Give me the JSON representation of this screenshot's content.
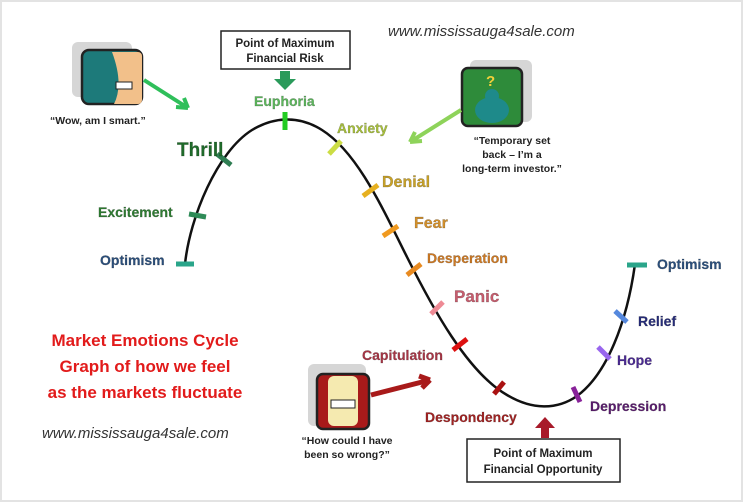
{
  "urls": {
    "top": "www.mississauga4sale.com",
    "bottom": "www.mississauga4sale.com"
  },
  "title_lines": [
    "Market Emotions Cycle",
    "Graph of how we feel",
    "as the markets fluctuate"
  ],
  "callouts": {
    "risk": [
      "Point of Maximum",
      "Financial Risk"
    ],
    "opportunity": [
      "Point of Maximum",
      "Financial Opportunity"
    ]
  },
  "quotes": {
    "smart": "“Wow, am I smart.”",
    "setback": [
      "“Temporary set",
      "back – I’m a",
      "long-term investor.”"
    ],
    "wrong": [
      "“How could I have",
      "been so wrong?”"
    ]
  },
  "stages": [
    {
      "label": "Optimism",
      "color": "#2b4f7c"
    },
    {
      "label": "Excitement",
      "color": "#2e7d32"
    },
    {
      "label": "Thrill",
      "color": "#1f6b2a"
    },
    {
      "label": "Euphoria",
      "color": "#5cb85c"
    },
    {
      "label": "Anxiety",
      "color": "#a9c23a"
    },
    {
      "label": "Denial",
      "color": "#c9a227"
    },
    {
      "label": "Fear",
      "color": "#d4902a"
    },
    {
      "label": "Desperation",
      "color": "#d07a22"
    },
    {
      "label": "Panic",
      "color": "#c85d6e"
    },
    {
      "label": "Capitulation",
      "color": "#a83545"
    },
    {
      "label": "Despondency",
      "color": "#a32222"
    },
    {
      "label": "Depression",
      "color": "#5a1c6e"
    },
    {
      "label": "Hope",
      "color": "#4b2a94"
    },
    {
      "label": "Relief",
      "color": "#262c7a"
    },
    {
      "label": "Optimism",
      "color": "#2b4f7c"
    }
  ]
}
